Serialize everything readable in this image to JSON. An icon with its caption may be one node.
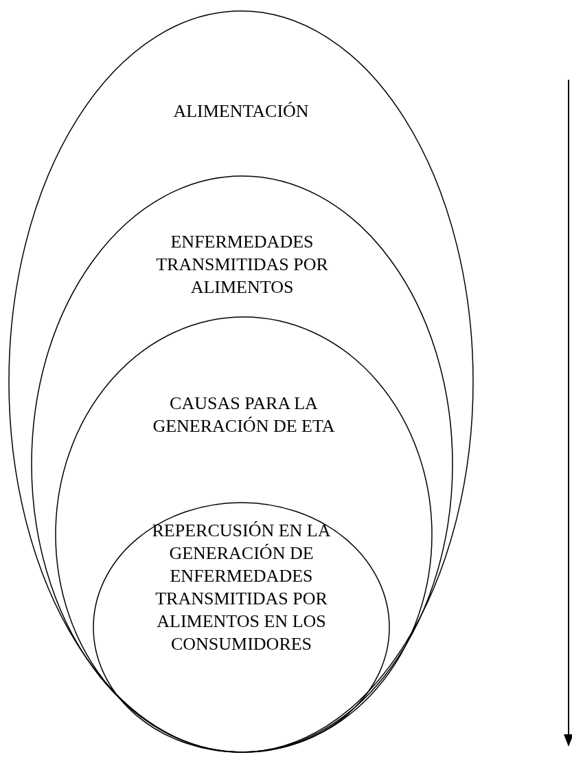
{
  "diagram": {
    "nodes": [
      {
        "text": [
          "ALIMENTACIÓN"
        ]
      },
      {
        "text": [
          "ENFERMEDADES TRANSMITIDAS POR ALIMENTOS"
        ],
        "in": 0
      },
      {
        "text": [
          "CAUSAS PARA LA GENERACIÓN DE ETA"
        ],
        "in": 1
      },
      {
        "text": [
          "REPERCUSIÓN EN LA GENERACIÓN DE ENFERMEDADES TRANSMITIDAS POR ALIMENTOS EN LOS CONSUMIDORES"
        ],
        "in": 2
      }
    ],
    "edges": []
  }
}
